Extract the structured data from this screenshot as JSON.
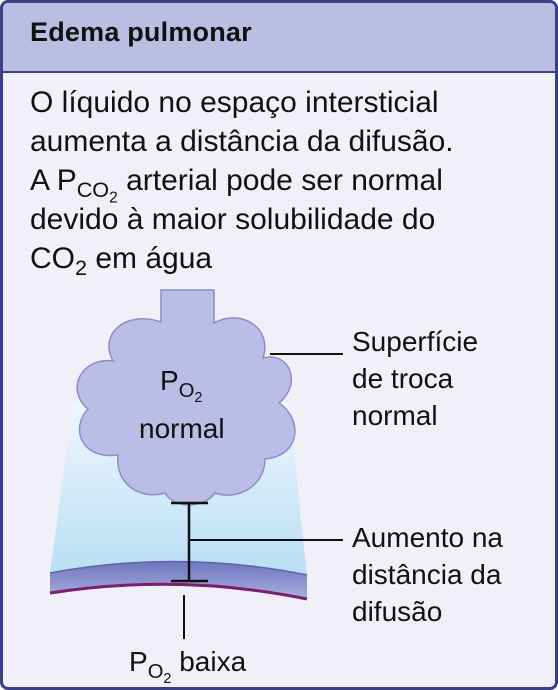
{
  "header": {
    "title": "Edema pulmonar"
  },
  "description": {
    "line1": "O líquido no espaço intersticial",
    "line2": "aumenta a distância da difusão.",
    "line3_pre": "A P",
    "line3_sub": "CO",
    "line3_subsub": "2",
    "line3_post": " arterial pode ser normal",
    "line4": "devido à maior solubilidade do",
    "line5_pre": "CO",
    "line5_sub": "2",
    "line5_post": " em água"
  },
  "alveolus": {
    "label_p": "P",
    "label_sub": "O",
    "label_subsub": "2",
    "label_word": "normal"
  },
  "callouts": {
    "exchange_line1": "Superfície",
    "exchange_line2": "de troca",
    "exchange_line3": "normal",
    "distance_line1": "Aumento na",
    "distance_line2": "distância da",
    "distance_line3": "difusão"
  },
  "capillary": {
    "label_p": "P",
    "label_sub": "O",
    "label_subsub": "2",
    "label_word": " baixa"
  },
  "colors": {
    "header_bg": "#bbbde3",
    "border": "#3d3f86",
    "card_bg": "#f1f0f8",
    "alveolus_fill": "#bcbde6",
    "fluid_fill": "#cfe9f8",
    "vessel_fill": "#7f86c8",
    "vessel_edge": "#7a1f6e"
  }
}
